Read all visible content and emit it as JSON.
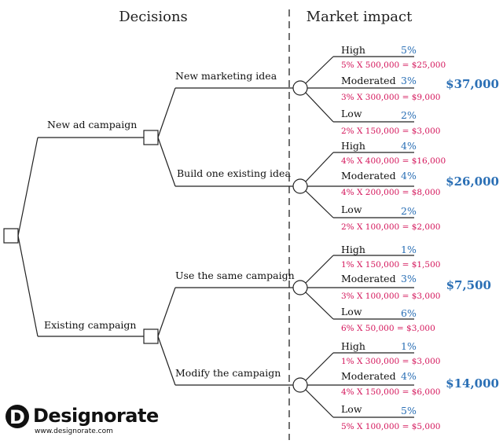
{
  "headers": {
    "decisions": "Decisions",
    "market_impact": "Market impact"
  },
  "root_branches": [
    {
      "label": "New ad campaign",
      "options": [
        {
          "label": "New marketing idea",
          "total": "$37,000",
          "outcomes": [
            {
              "level": "High",
              "percent": "5%",
              "calc": "5% X 500,000 = $25,000"
            },
            {
              "level": "Moderated",
              "percent": "3%",
              "calc": "3% X 300,000 = $9,000"
            },
            {
              "level": "Low",
              "percent": "2%",
              "calc": "2% X 150,000 = $3,000"
            }
          ]
        },
        {
          "label": "Build one existing idea",
          "total": "$26,000",
          "outcomes": [
            {
              "level": "High",
              "percent": "4%",
              "calc": "4% X 400,000 = $16,000"
            },
            {
              "level": "Moderated",
              "percent": "4%",
              "calc": "4% X 200,000 = $8,000"
            },
            {
              "level": "Low",
              "percent": "2%",
              "calc": "2% X 100,000 = $2,000"
            }
          ]
        }
      ]
    },
    {
      "label": "Existing campaign",
      "options": [
        {
          "label": "Use the same campaign",
          "total": "$7,500",
          "outcomes": [
            {
              "level": "High",
              "percent": "1%",
              "calc": "1% X 150,000 = $1,500"
            },
            {
              "level": "Moderated",
              "percent": "3%",
              "calc": "3% X 100,000 = $3,000"
            },
            {
              "level": "Low",
              "percent": "6%",
              "calc": "6% X 50,000 = $3,000"
            }
          ]
        },
        {
          "label": "Modify the campaign",
          "total": "$14,000",
          "outcomes": [
            {
              "level": "High",
              "percent": "1%",
              "calc": "1% X 300,000 = $3,000"
            },
            {
              "level": "Moderated",
              "percent": "4%",
              "calc": "4% X 150,000 = $6,000"
            },
            {
              "level": "Low",
              "percent": "5%",
              "calc": "5% X 100,000 = $5,000"
            }
          ]
        }
      ]
    }
  ],
  "logo": {
    "letter": "D",
    "name": "Designorate",
    "url": "www.designorate.com"
  }
}
